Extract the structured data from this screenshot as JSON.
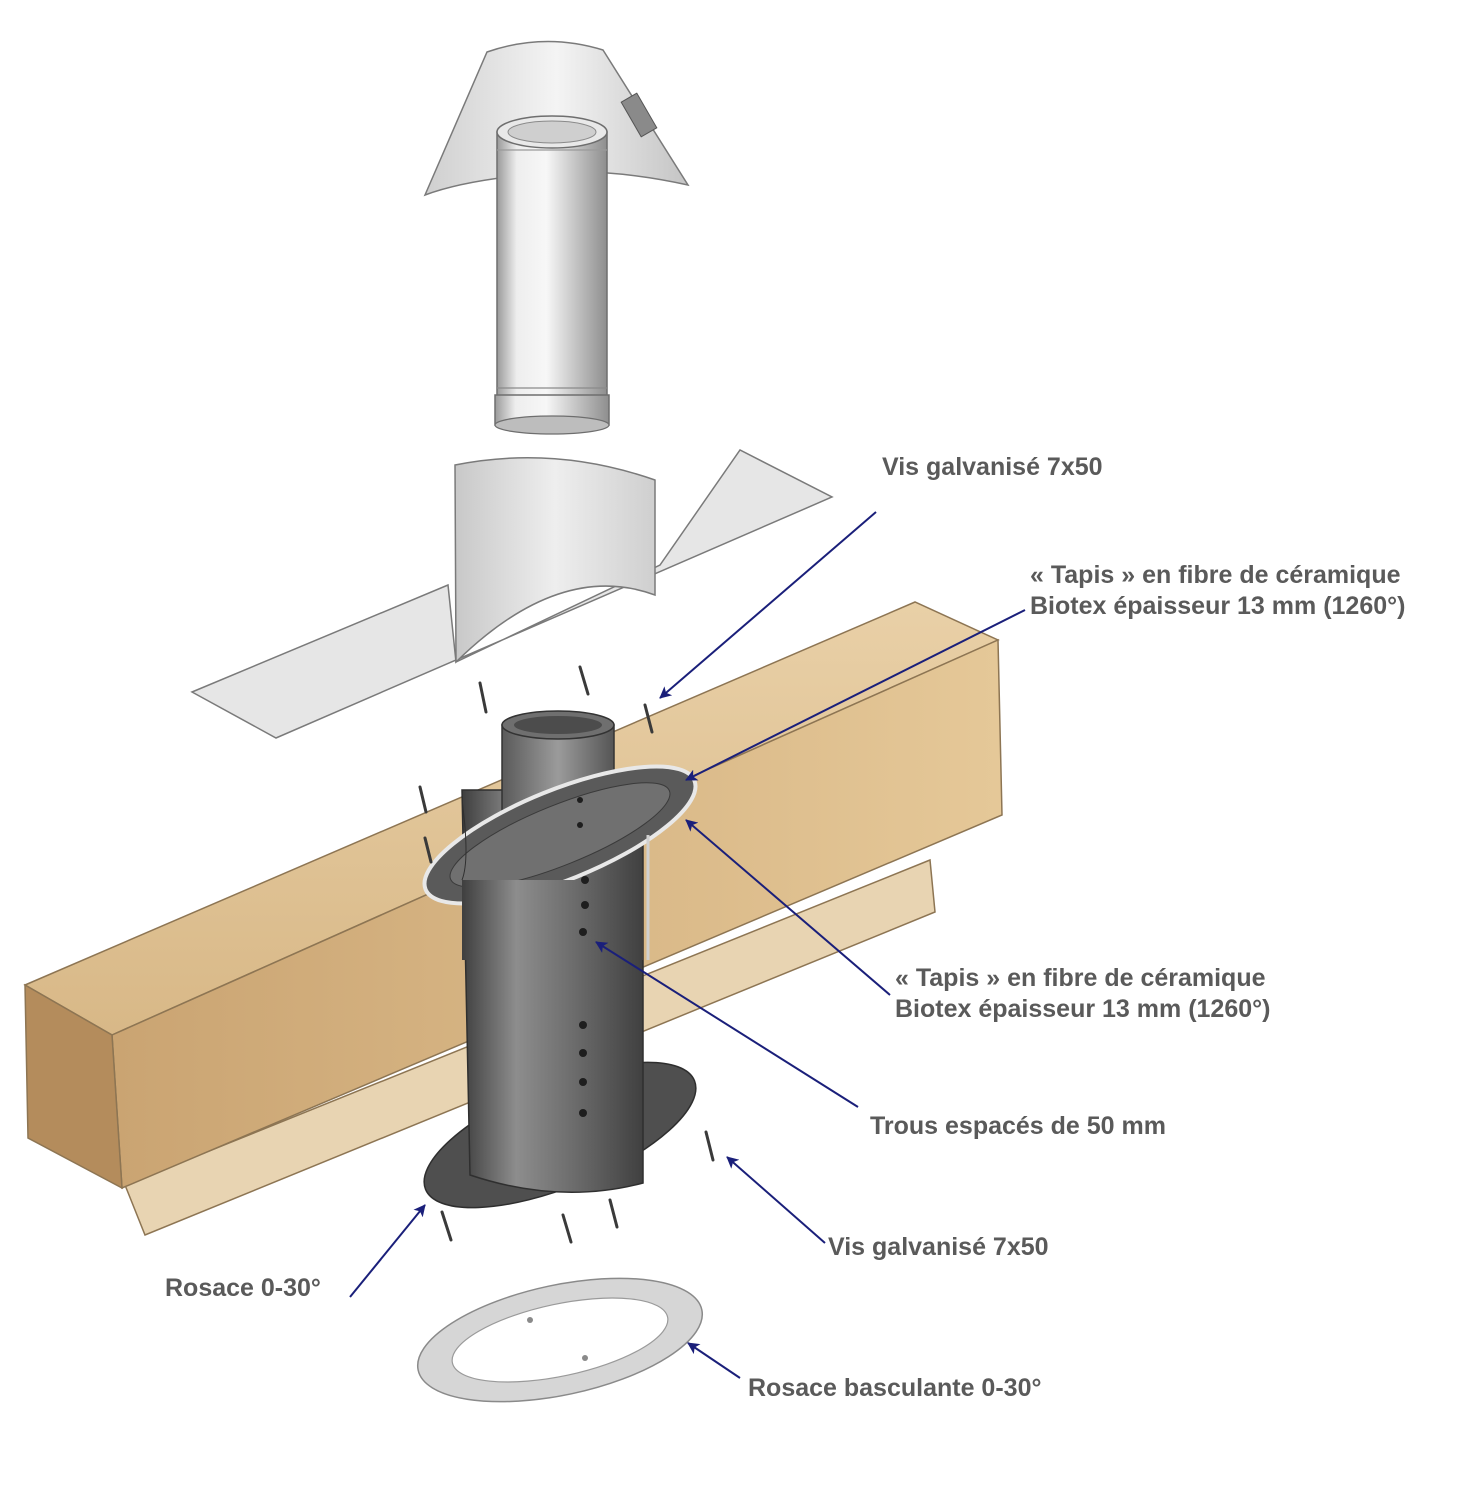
{
  "labels": {
    "vis_top": "Vis galvanisé 7x50",
    "tapis_top_line1": "« Tapis » en fibre de céramique",
    "tapis_top_line2": "Biotex épaisseur 13 mm (1260°)",
    "tapis_mid_line1": "« Tapis » en fibre de céramique",
    "tapis_mid_line2": "Biotex épaisseur 13 mm (1260°)",
    "trous": "Trous espacés de 50 mm",
    "vis_bottom": "Vis galvanisé 7x50",
    "rosace": "Rosace 0-30°",
    "rosace_basculante": "Rosace basculante 0-30°"
  },
  "colors": {
    "leader": "#1a1f7a",
    "label_text": "#5a5a5a",
    "wood_light": "#e3c79b",
    "wood_mid": "#caa473",
    "wood_dark": "#a98357",
    "steel_light": "#d9d9d9",
    "steel_dark": "#5e5e5e",
    "ring_dark": "#4a4a4a"
  }
}
